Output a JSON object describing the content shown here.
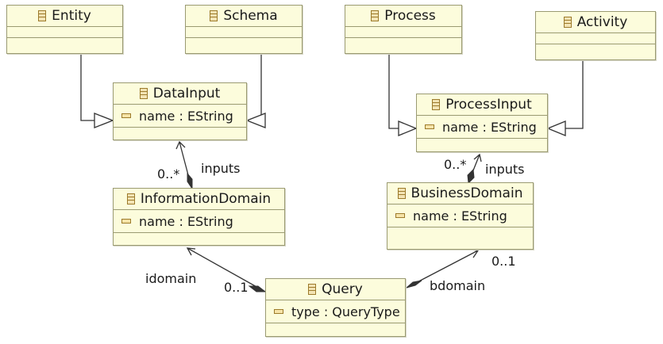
{
  "classes": {
    "entity": {
      "name": "Entity",
      "attrs": []
    },
    "schema": {
      "name": "Schema",
      "attrs": []
    },
    "process": {
      "name": "Process",
      "attrs": []
    },
    "activity": {
      "name": "Activity",
      "attrs": []
    },
    "data_input": {
      "name": "DataInput",
      "attrs": [
        "name : EString"
      ]
    },
    "process_input": {
      "name": "ProcessInput",
      "attrs": [
        "name : EString"
      ]
    },
    "information_domain": {
      "name": "InformationDomain",
      "attrs": [
        "name : EString"
      ]
    },
    "business_domain": {
      "name": "BusinessDomain",
      "attrs": [
        "name : EString"
      ]
    },
    "query": {
      "name": "Query",
      "attrs": [
        "type : QueryType"
      ]
    }
  },
  "labels": {
    "data_inputs_role": "inputs",
    "data_inputs_mult": "0..*",
    "process_inputs_role": "inputs",
    "process_inputs_mult": "0..*",
    "idomain_role": "idomain",
    "idomain_mult": "0..1",
    "bdomain_role": "bdomain",
    "bdomain_mult": "0..1"
  },
  "colors": {
    "class_fill": "#fcfcdc",
    "class_border": "#9a9a72",
    "edge": "#333333"
  }
}
